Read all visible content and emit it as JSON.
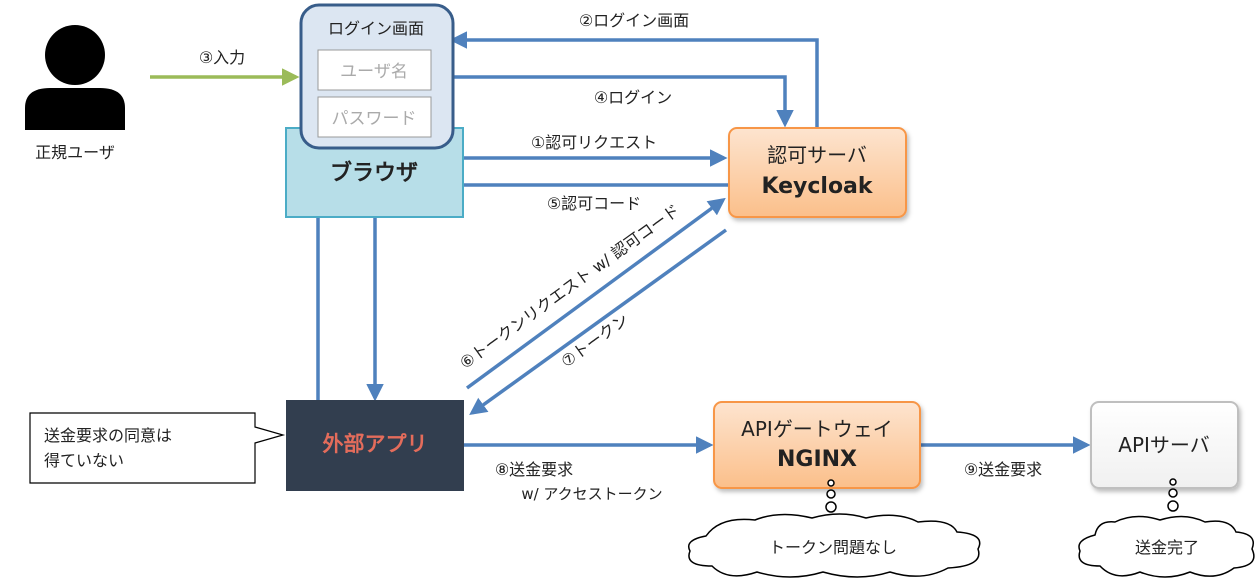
{
  "nodes": {
    "user": {
      "label": "正規ユーザ"
    },
    "login_screen": {
      "title": "ログイン画面",
      "username_placeholder": "ユーザ名",
      "password_placeholder": "パスワード"
    },
    "browser": {
      "label": "ブラウザ"
    },
    "auth_server": {
      "line1": "認可サーバ",
      "line2": "Keycloak"
    },
    "external_app": {
      "label": "外部アプリ"
    },
    "api_gateway": {
      "line1": "APIゲートウェイ",
      "line2": "NGINX"
    },
    "api_server": {
      "label": "APIサーバ"
    }
  },
  "edges": {
    "e1": "①認可リクエスト",
    "e2": "②ログイン画面",
    "e3": "③入力",
    "e4": "④ログイン",
    "e5": "⑤認可コード",
    "e6": "⑥トークンリクエスト w/ 認可コード",
    "e7": "⑦トークン",
    "e8_line1": "⑧送金要求",
    "e8_line2": "w/ アクセストークン",
    "e9": "⑨送金要求"
  },
  "callouts": {
    "consent_line1": "送金要求の同意は",
    "consent_line2": "得ていない",
    "gateway_thought": "トークン問題なし",
    "server_thought": "送金完了"
  },
  "colors": {
    "arrow": "#4f81bd",
    "input_arrow": "#9bbb59",
    "auth_fill": "#fcd5b4",
    "auth_border": "#f79646",
    "browser_fill": "#b7dee8",
    "browser_border": "#4bacc6",
    "login_fill": "#dce6f2",
    "login_border": "#385d8a",
    "app_fill": "#323e4f",
    "app_text": "#e46c5b"
  }
}
